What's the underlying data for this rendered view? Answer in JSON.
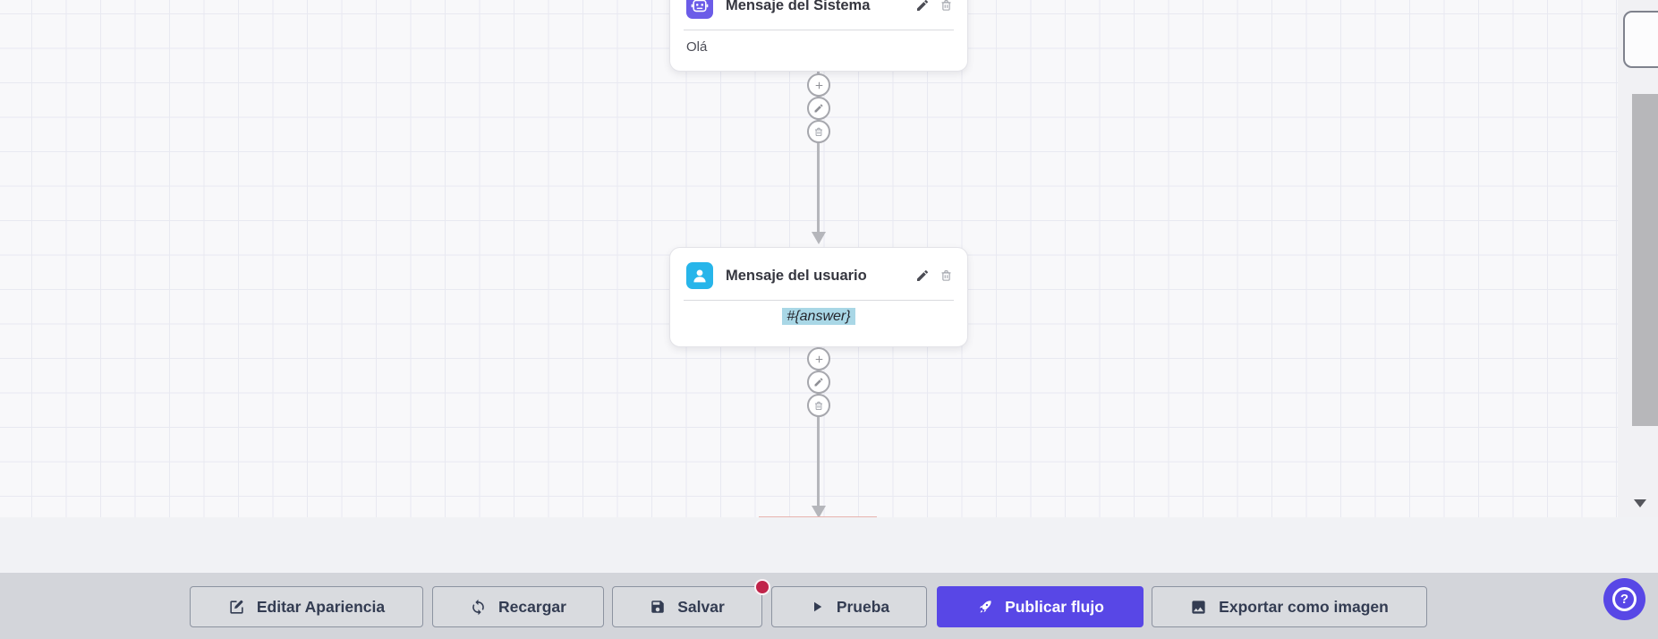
{
  "canvas": {
    "nodes": [
      {
        "id": "system-message",
        "title": "Mensaje del Sistema",
        "content": "Olá",
        "icon": "robot-icon",
        "icon_color": "#6b5ce8"
      },
      {
        "id": "user-message",
        "title": "Mensaje del usuario",
        "content": "#{answer}",
        "icon": "user-icon",
        "icon_color": "#27b5ea",
        "content_highlight": "#a9d7e6"
      }
    ],
    "node_actions": [
      "add",
      "edit",
      "delete"
    ]
  },
  "toolbar": {
    "buttons": [
      {
        "label": "Editar Apariencia",
        "icon": "edit-square-icon"
      },
      {
        "label": "Recargar",
        "icon": "refresh-icon"
      },
      {
        "label": "Salvar",
        "icon": "save-icon",
        "badge": true
      },
      {
        "label": "Prueba",
        "icon": "play-icon"
      },
      {
        "label": "Publicar flujo",
        "icon": "rocket-icon",
        "primary": true
      },
      {
        "label": "Exportar como imagen",
        "icon": "image-icon"
      }
    ]
  },
  "help": {
    "label": "?"
  },
  "colors": {
    "accent": "#5847e6",
    "badge": "#c0244a",
    "system_icon": "#6b5ce8",
    "user_icon": "#27b5ea",
    "highlight": "#a9d7e6",
    "toolbar_bg": "#d3d5da",
    "canvas_bg": "#f8f8fa"
  }
}
